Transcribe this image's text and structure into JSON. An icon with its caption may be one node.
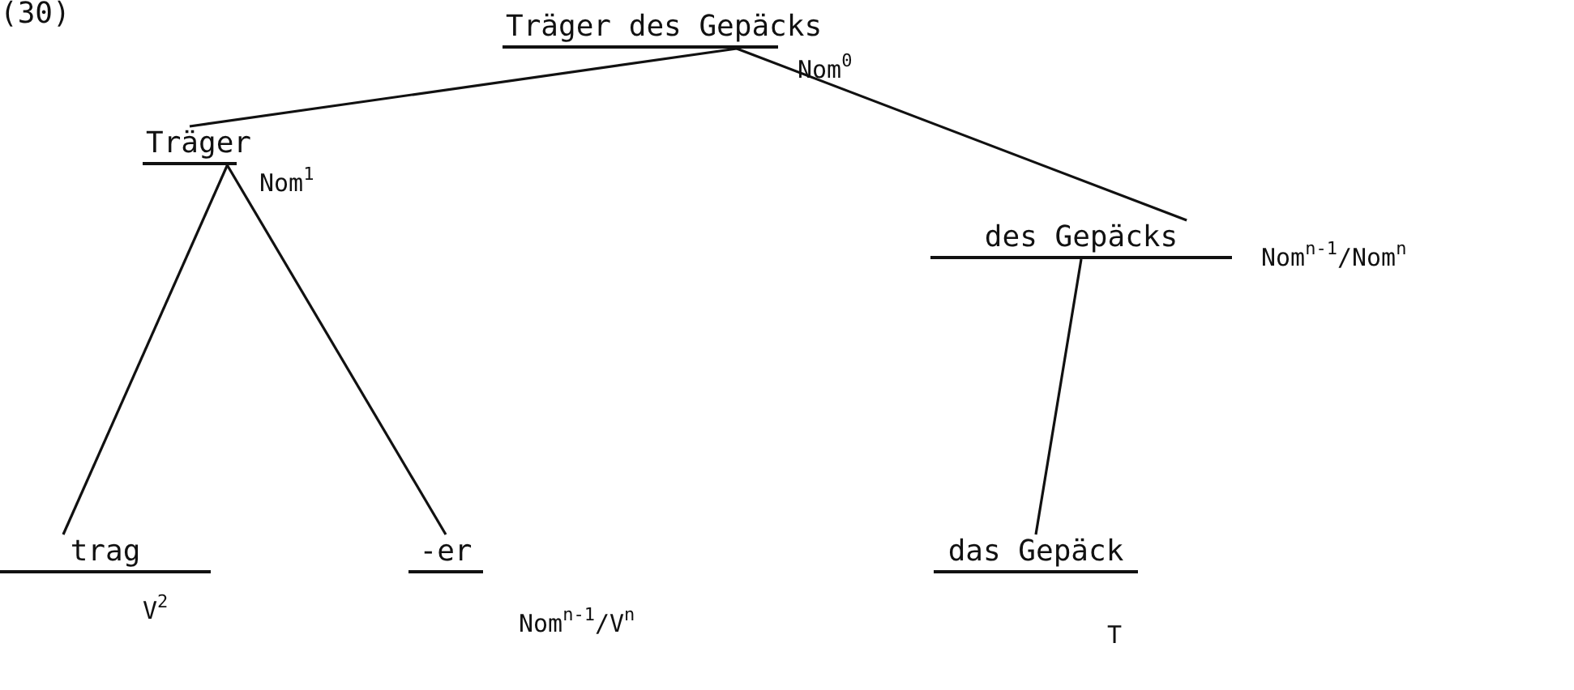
{
  "diagram": {
    "nodes": [
      {
        "text": [
          "Träger des Gepäcks"
        ],
        "beside": [
          "Nom$^{0}$"
        ]
      },
      {
        "text": [
          "Träger"
        ],
        "beside": [
          "Nom$^{1}$"
        ]
      },
      {
        "text": [
          "des Gepäcks"
        ],
        "beside": [
          "Nom$^{n-1}$/Nom$^{n}$"
        ]
      },
      {
        "text": [
          "trag"
        ],
        "beside": [
          "V$^{2}$"
        ]
      },
      {
        "text": [
          "-er"
        ],
        "beside": [
          "Nom$^{n-1}$/V$^{n}$"
        ]
      },
      {
        "text": [
          "das Gepäck"
        ],
        "beside": [
          "T"
        ]
      }
    ],
    "edges": [
      {
        "from": 0,
        "to": 1,
        "arrow": "none"
      },
      {
        "from": 0,
        "to": 2,
        "arrow": "none"
      },
      {
        "from": 1,
        "to": 3,
        "arrow": "none"
      },
      {
        "from": 1,
        "to": 4,
        "arrow": "none"
      },
      {
        "from": 2,
        "to": 5,
        "arrow": "none"
      }
    ],
    "labels": [
      "(30)"
    ]
  }
}
